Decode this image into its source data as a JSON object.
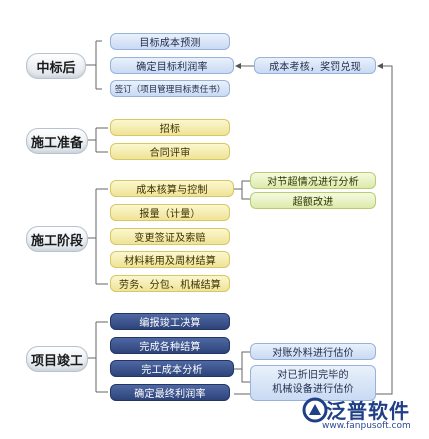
{
  "stages": [
    {
      "label": "中标后"
    },
    {
      "label": "施工准备"
    },
    {
      "label": "施工阶段"
    },
    {
      "label": "项目竣工"
    }
  ],
  "zb": {
    "items": [
      "目标成本预测",
      "确定目标利润率",
      "签订（项目管理目标责任书）"
    ]
  },
  "sgzb": {
    "items": [
      "招标",
      "合同评审"
    ]
  },
  "sgjd": {
    "items": [
      "成本核算与控制",
      "报量（计量）",
      "变更签证及索赔",
      "材料耗用及周材结算",
      "劳务、分包、机械结算"
    ]
  },
  "xmjg": {
    "items": [
      "编报竣工决算",
      "完成各种结算",
      "完工成本分析",
      "确定最终利润率"
    ]
  },
  "side": {
    "reward": "成本考核，奖罚兑现",
    "analysis": "对节超情况进行分析",
    "overrun": "超额改进",
    "external": "对账外料进行估价",
    "equipment_line1": "对已折旧完毕的",
    "equipment_line2": "机械设备进行估价"
  },
  "logo": {
    "name": "泛普软件",
    "url": "www.fanpusoft.com"
  },
  "colors": {
    "blue": "#c9daf3",
    "yellow": "#efe396",
    "green": "#dcebab",
    "navy": "#2d437a"
  }
}
